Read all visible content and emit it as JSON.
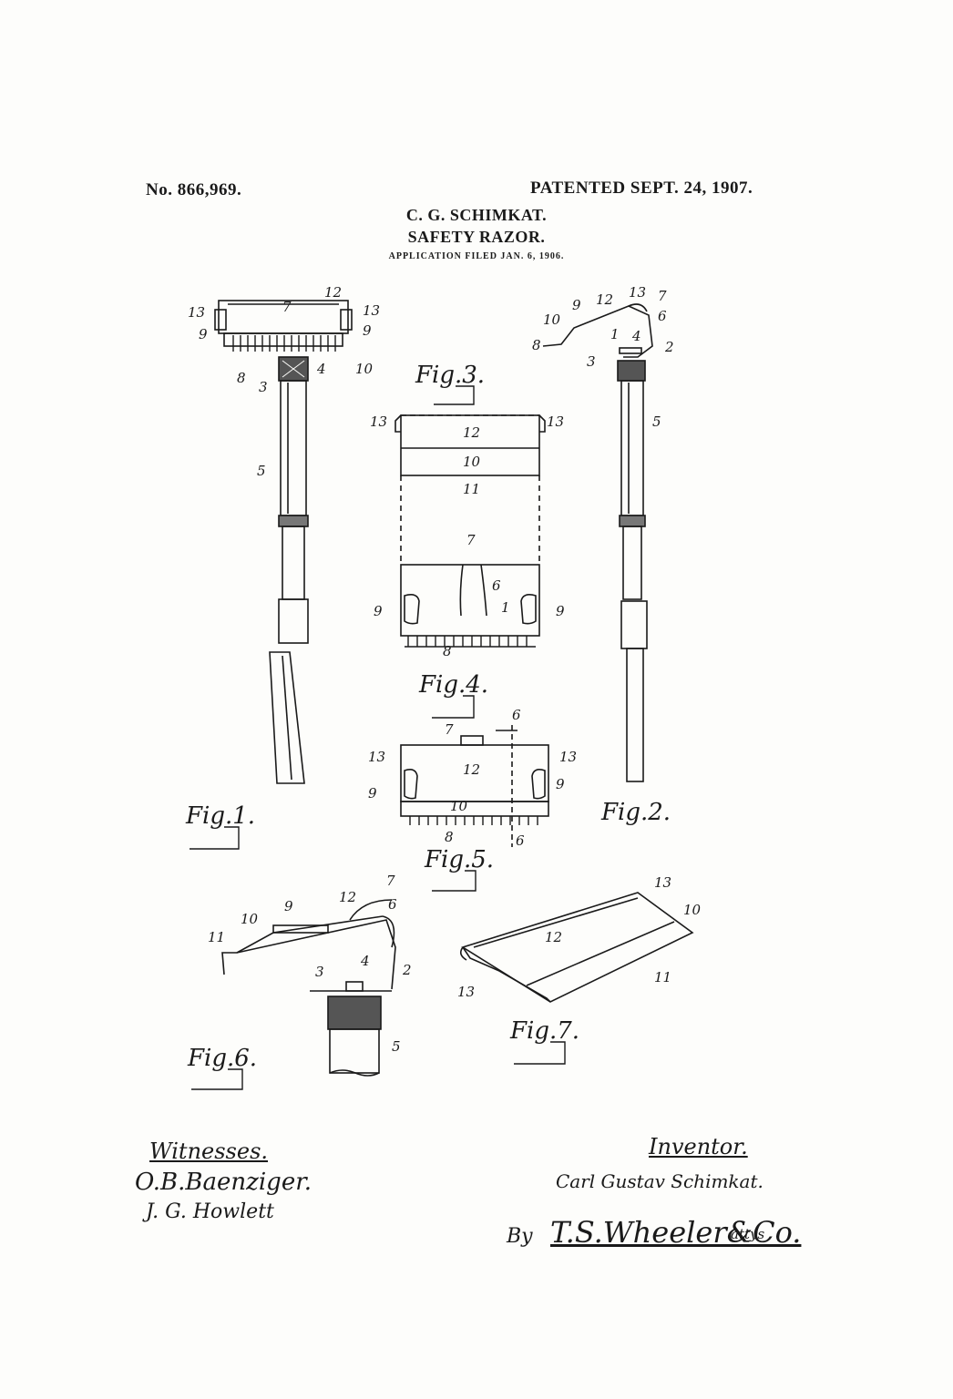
{
  "header": {
    "patent_number": "No. 866,969.",
    "patent_date": "PATENTED SEPT. 24, 1907.",
    "inventor": "C. G. SCHIMKAT.",
    "title": "SAFETY RAZOR.",
    "application": "APPLICATION FILED JAN. 6, 1906."
  },
  "figures": {
    "fig1": "Fig.1.",
    "fig2": "Fig.2.",
    "fig3": "Fig.3.",
    "fig4": "Fig.4.",
    "fig5": "Fig.5.",
    "fig6": "Fig.6.",
    "fig7": "Fig.7."
  },
  "signatures": {
    "witnesses_label": "Witnesses.",
    "witness_1": "O.B.Baenziger.",
    "witness_2": "J. G. Howlett",
    "inventor_label": "Inventor.",
    "inventor_signature": "Carl Gustav Schimkat.",
    "attorney_by": "By",
    "attorney_signature": "T.S.Wheeler&Co.",
    "attorney_suffix": "attys"
  },
  "colors": {
    "ink": "#1a1a1a",
    "paper": "#fdfdfb"
  }
}
